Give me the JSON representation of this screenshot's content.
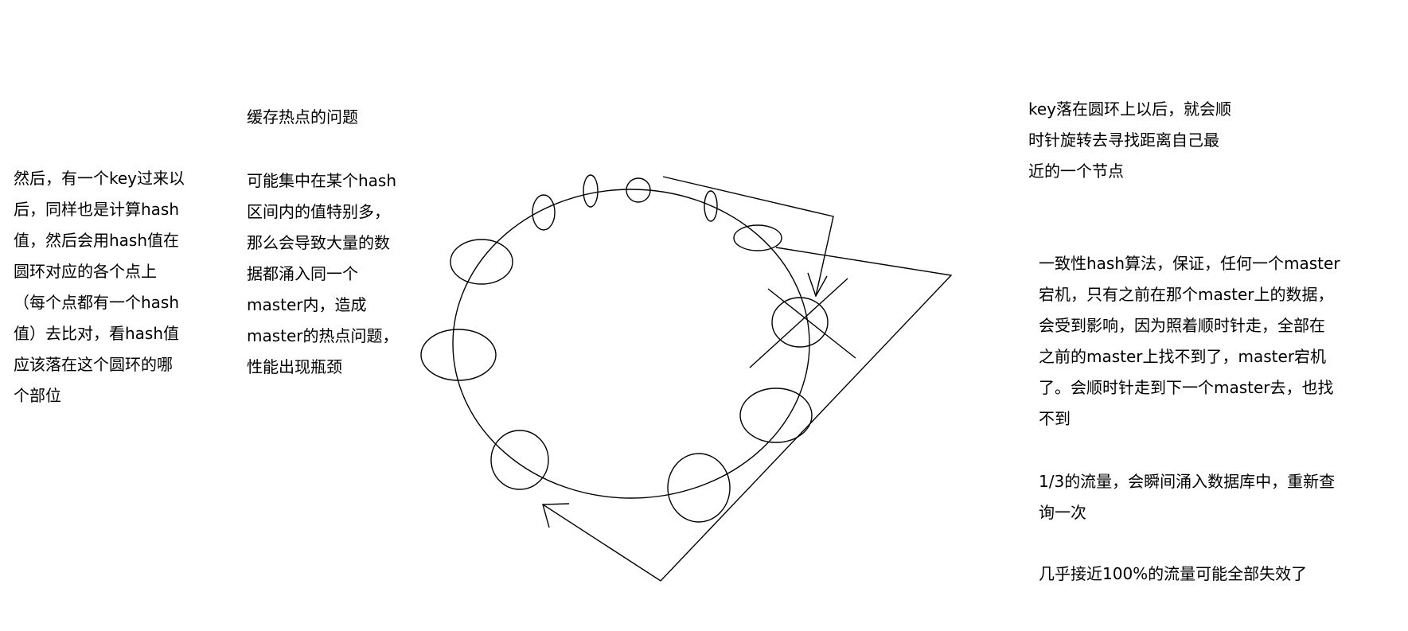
{
  "left_note": "然后，有一个key过来以\n后，同样也是计算hash\n值，然后会用hash值在\n圆环对应的各个点上\n（每个点都有一个hash\n值）去比对，看hash值\n应该落在这个圆环的哪\n个部位",
  "hotspot_title": "缓存热点的问题",
  "hotspot_note": "可能集中在某个hash\n区间内的值特别多，\n那么会导致大量的数\n据都涌入同一个\nmaster内，造成\nmaster的热点问题，\n性能出现瓶颈",
  "key_note": "key落在圆环上以后，就会顺\n时针旋转去寻找距离自己最\n近的一个节点",
  "consistency_note": "一致性hash算法，保证，任何一个master\n宕机，只有之前在那个master上的数据，\n会受到影响，因为照着顺时针走，全部在\n之前的master上找不到了，master宕机\n了。会顺时针走到下一个master去，也找\n不到",
  "traffic_third_note": "1/3的流量，会瞬间涌入数据库中，重新查\n询一次",
  "traffic_all_note": "几乎接近100%的流量可能全部失效了"
}
